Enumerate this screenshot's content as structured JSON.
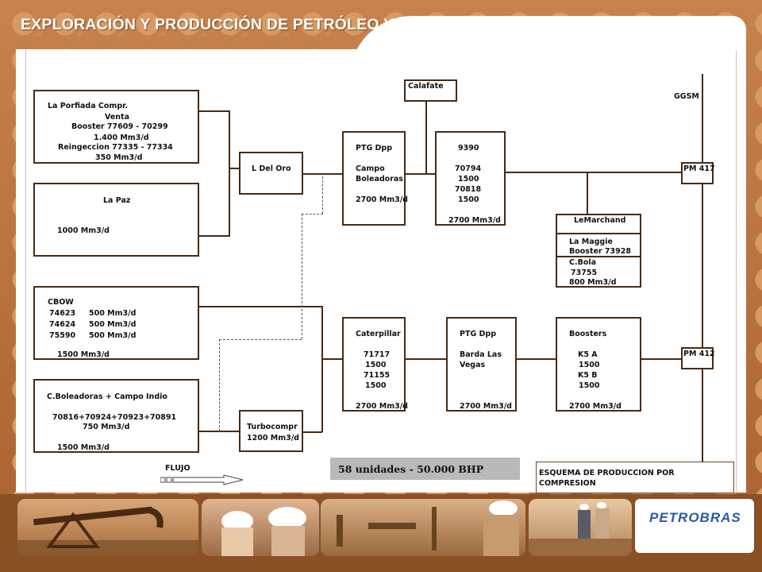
{
  "header": {
    "title": "EXPLORACIÓN Y PRODUCCIÓN DE PETRÓLEO Y GAS"
  },
  "nodes": {
    "la_porfiada": [
      "La Porfiada   Compr.",
      "Venta",
      "Booster 77609 - 70299",
      "1.400 Mm3/d",
      "Reingeccion 77335 -  77334",
      "350 Mm3/d"
    ],
    "la_paz": [
      "La Paz",
      "1000 Mm3/d"
    ],
    "cbow": [
      "CBOW",
      "74623",
      "500 Mm3/d",
      "74624",
      "500 Mm3/d",
      "75590",
      "500 Mm3/d",
      "1500 Mm3/d"
    ],
    "cboleadoras": [
      "C.Boleadoras + Campo Indio",
      "70816+70924+70923+70891",
      "750 Mm3/d",
      "1500 Mm3/d"
    ],
    "l_del_oro": "L Del Oro",
    "turbocompr": [
      "Turbocompr",
      "1200 Mm3/d"
    ],
    "ptg_boleadoras": [
      "PTG Dpp",
      "Campo",
      "Boleadoras",
      "2700 Mm3/d"
    ],
    "calafate": "Calafate",
    "n9390": [
      "9390",
      "70794",
      "1500",
      "70818",
      "1500",
      "2700 Mm3/d"
    ],
    "lemarchand": [
      "LeMarchand",
      "La Maggie",
      "Booster 73928",
      "C.Bola",
      "73755",
      "800 Mm3/d"
    ],
    "caterpillar": [
      "Caterpillar",
      "71717",
      "1500",
      "71155",
      "1500",
      "2700 Mm3/d"
    ],
    "ptg_barda": [
      "PTG Dpp",
      "Barda Las",
      "Vegas",
      "2700 Mm3/d"
    ],
    "boosters": [
      "Boosters",
      "K5 A",
      "1500",
      "K5 B",
      "1500",
      "2700 Mm3/d"
    ],
    "ggsm": "GGSM",
    "pm417": "PM 417",
    "pm412": "PM 412"
  },
  "flujo_label": "FLUJO",
  "summary": "58 unidades - 50.000 BHP",
  "scheme": [
    "ESQUEMA DE PRODUCCION POR",
    "COMPRESION"
  ],
  "footer": {
    "logo": "PETROBRAS"
  },
  "colors": {
    "line": "#4a2a10",
    "brand": "#2a5aa6",
    "background": "#b8733f"
  }
}
